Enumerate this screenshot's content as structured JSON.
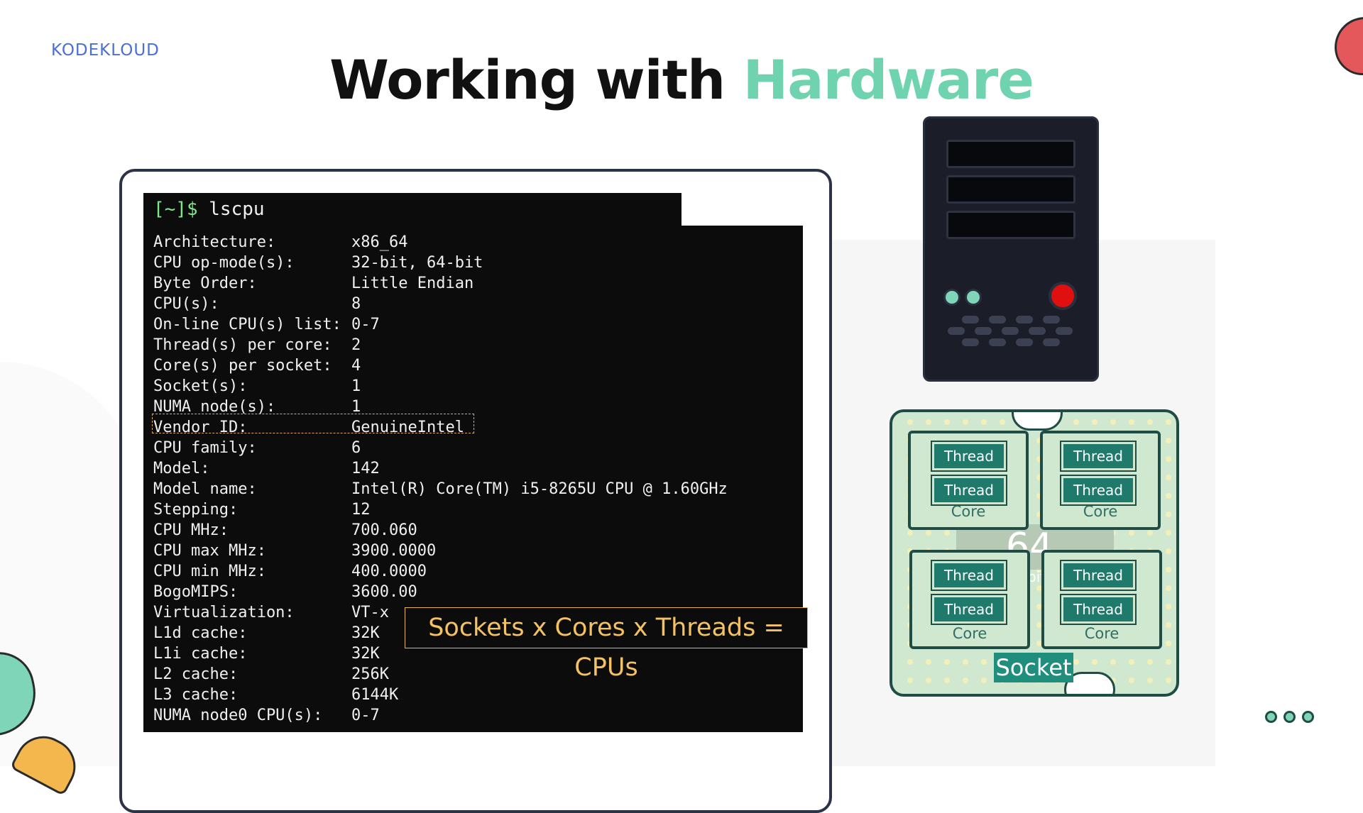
{
  "brand": {
    "logo_text": "KODEKLOUD"
  },
  "slide": {
    "title_part1": "Working with ",
    "title_part2": "Hardware"
  },
  "terminal": {
    "prompt": "[~]$",
    "command": " lscpu",
    "rows": [
      {
        "key": "Architecture:",
        "value": "x86_64"
      },
      {
        "key": "CPU op-mode(s):",
        "value": "32-bit, 64-bit"
      },
      {
        "key": "Byte Order:",
        "value": "Little Endian"
      },
      {
        "key": "CPU(s):",
        "value": "8"
      },
      {
        "key": "On-line CPU(s) list:",
        "value": "0-7"
      },
      {
        "key": "Thread(s) per core:",
        "value": "2"
      },
      {
        "key": "Core(s) per socket:",
        "value": "4"
      },
      {
        "key": "Socket(s):",
        "value": "1"
      },
      {
        "key": "NUMA node(s):",
        "value": "1"
      },
      {
        "key": "Vendor ID:",
        "value": "GenuineIntel"
      },
      {
        "key": "CPU family:",
        "value": "6"
      },
      {
        "key": "Model:",
        "value": "142"
      },
      {
        "key": "Model name:",
        "value": "Intel(R) Core(TM) i5-8265U CPU @ 1.60GHz"
      },
      {
        "key": "Stepping:",
        "value": "12"
      },
      {
        "key": "CPU MHz:",
        "value": "700.060"
      },
      {
        "key": "CPU max MHz:",
        "value": "3900.0000"
      },
      {
        "key": "CPU min MHz:",
        "value": "400.0000"
      },
      {
        "key": "BogoMIPS:",
        "value": "3600.00"
      },
      {
        "key": "Virtualization:",
        "value": "VT-x"
      },
      {
        "key": "L1d cache:",
        "value": "32K"
      },
      {
        "key": "L1i cache:",
        "value": "32K"
      },
      {
        "key": "L2 cache:",
        "value": "256K"
      },
      {
        "key": "L3 cache:",
        "value": "6144K"
      },
      {
        "key": "NUMA node0 CPU(s):",
        "value": "0-7"
      }
    ],
    "formula": "Sockets x Cores x Threads = CPUs"
  },
  "diagram": {
    "bits_main": "64",
    "bits_sub": "bit",
    "socket_label": "Socket",
    "cores": [
      {
        "label": "Core",
        "threads": [
          "Thread",
          "Thread"
        ]
      },
      {
        "label": "Core",
        "threads": [
          "Thread",
          "Thread"
        ]
      },
      {
        "label": "Core",
        "threads": [
          "Thread",
          "Thread"
        ]
      },
      {
        "label": "Core",
        "threads": [
          "Thread",
          "Thread"
        ]
      }
    ]
  },
  "colors": {
    "accent": "#6fd3b0",
    "terminal_bg": "#0c0c0c",
    "formula": "#f4c261",
    "core_teal": "#1f7a6c",
    "led_red": "#e01010"
  },
  "icons": [
    "server-tower-icon",
    "cpu-socket-icon",
    "more-dots-icon"
  ]
}
